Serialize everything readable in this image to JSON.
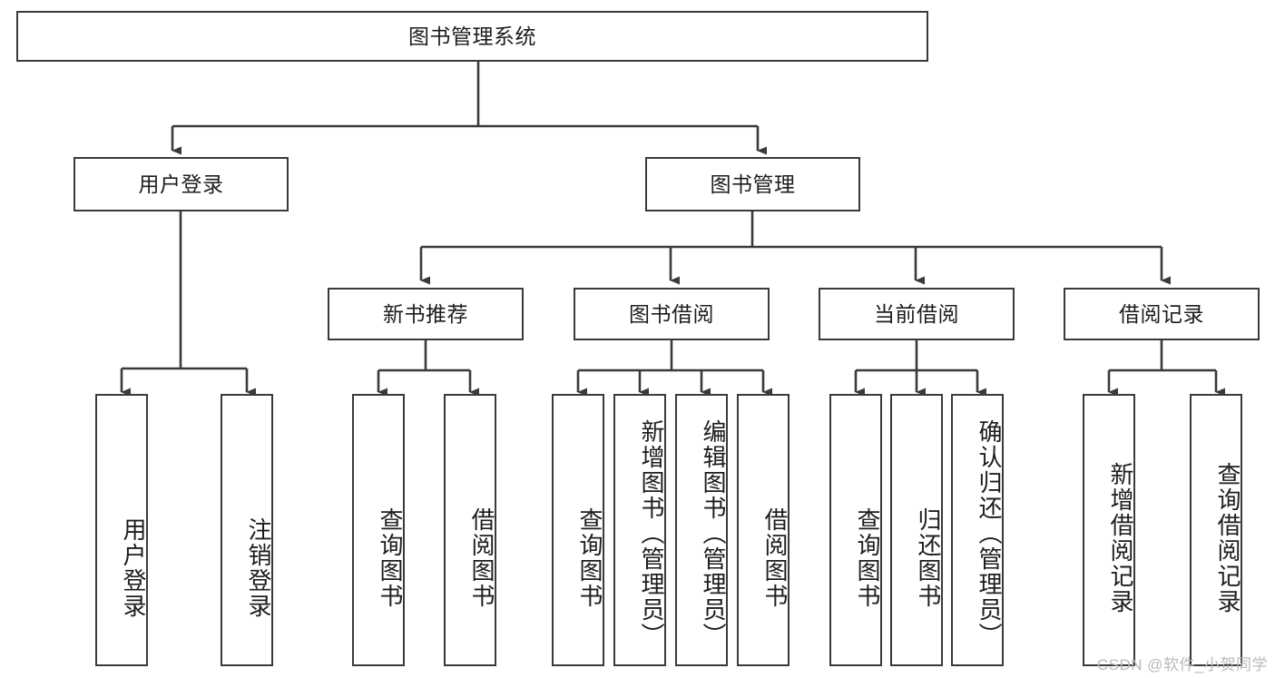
{
  "diagram": {
    "title": "图书管理系统",
    "type": "tree",
    "watermark": "CSDN @软件_小贺同学",
    "colors": {
      "stroke": "#3a3a3a",
      "fill": "#ffffff",
      "text": "#1d1d1d",
      "watermark": "#b9b9b9"
    },
    "root": {
      "label": "图书管理系统"
    },
    "level2": [
      {
        "label": "用户登录"
      },
      {
        "label": "图书管理"
      }
    ],
    "level3": [
      {
        "label": "新书推荐"
      },
      {
        "label": "图书借阅"
      },
      {
        "label": "当前借阅"
      },
      {
        "label": "借阅记录"
      }
    ],
    "leaves": {
      "user_login": [
        {
          "label": "用户登录"
        },
        {
          "label": "注销登录"
        }
      ],
      "new_book": [
        {
          "label": "查询图书"
        },
        {
          "label": "借阅图书"
        }
      ],
      "borrow_book": [
        {
          "label": "查询图书"
        },
        {
          "label": "新增图书（管理员）"
        },
        {
          "label": "编辑图书（管理员）"
        },
        {
          "label": "借阅图书"
        }
      ],
      "current_borrow": [
        {
          "label": "查询图书"
        },
        {
          "label": "归还图书"
        },
        {
          "label": "确认归还（管理员）"
        }
      ],
      "borrow_record": [
        {
          "label": "新增借阅记录"
        },
        {
          "label": "查询借阅记录"
        }
      ]
    }
  }
}
